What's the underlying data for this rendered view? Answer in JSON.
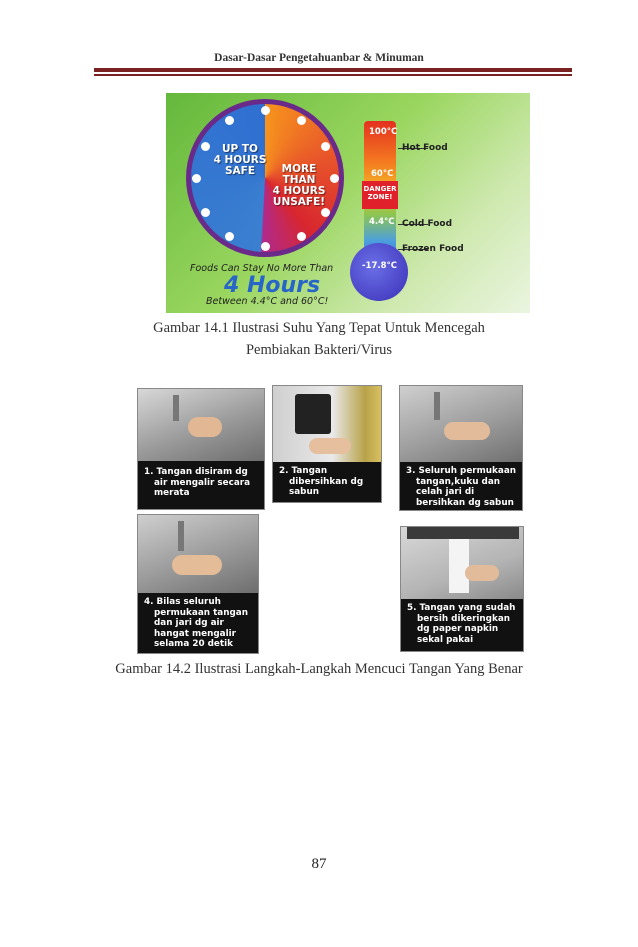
{
  "header": {
    "running_title": "Dasar-Dasar Pengetahuanbar & Minuman"
  },
  "figure1": {
    "clock": {
      "safe_text": [
        "UP TO",
        "4 HOURS",
        "SAFE"
      ],
      "unsafe_text": [
        "MORE",
        "THAN",
        "4 HOURS",
        "UNSAFE!"
      ]
    },
    "note": "Foods Can Stay No More Than",
    "big": "4 Hours",
    "between": "Between 4.4°C and 60°C!",
    "thermometer": {
      "t100": "100°C",
      "t60": "60°C",
      "t44": "4.4°C",
      "tneg": "-17.8°C",
      "danger": [
        "DANGER",
        "ZONE!"
      ],
      "hot": "Hot Food",
      "cold": "Cold Food",
      "frozen": "Frozen Food"
    },
    "caption_line1": "Gambar 14.1 Ilustrasi Suhu Yang Tepat Untuk Mencegah",
    "caption_line2": "Pembiakan Bakteri/Virus"
  },
  "figure2": {
    "steps": [
      {
        "text": [
          "1. Tangan disiram    dg",
          "air mengalir secara",
          "merata"
        ]
      },
      {
        "text": [
          "2. Tangan",
          "dibersihkan dg",
          "sabun"
        ]
      },
      {
        "text": [
          "3. Seluruh permukaan",
          "tangan,kuku dan",
          "celah jari di",
          "bersihkan dg sabun"
        ]
      },
      {
        "text": [
          "4. Bilas seluruh",
          "permukaan tangan",
          "dan jari dg air",
          "hangat mengalir",
          "selama 20 detik"
        ]
      },
      {
        "text": [
          "5. Tangan yang sudah",
          "bersih dikeringkan",
          "dg paper napkin",
          "sekal pakai"
        ]
      }
    ],
    "caption": "Gambar 14.2 Ilustrasi Langkah-Langkah Mencuci Tangan Yang Benar"
  },
  "page_number": "87",
  "colors": {
    "rule": "#7a2222",
    "accent_blue": "#2766c8",
    "danger_red": "#e0212b"
  }
}
